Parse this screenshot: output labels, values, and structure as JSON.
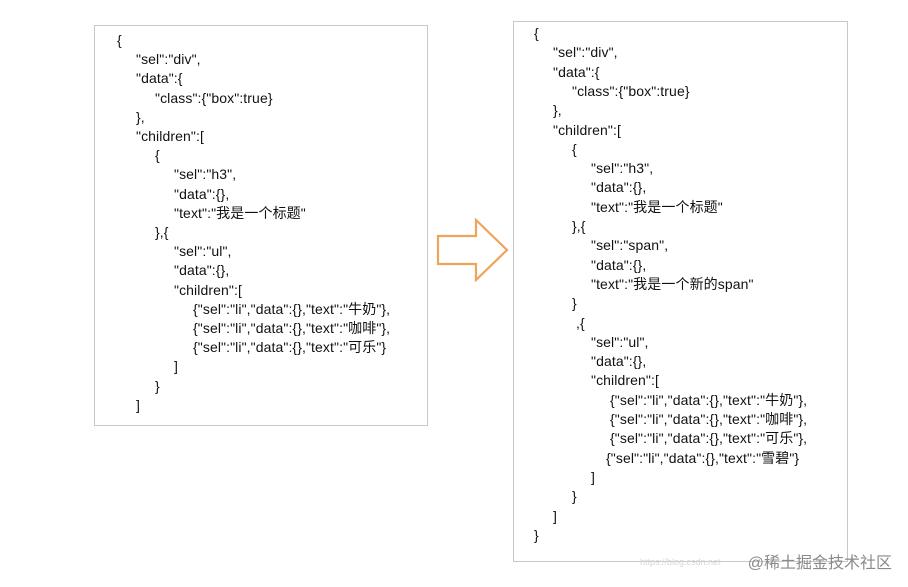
{
  "left_code": [
    "{",
    "\"sel\":\"div\",",
    "\"data\":{",
    "\"class\":{\"box\":true}",
    "},",
    "\"children\":[",
    "{",
    "\"sel\":\"h3\",",
    "\"data\":{},",
    "\"text\":\"我是一个标题\"",
    "},{",
    "\"sel\":\"ul\",",
    "\"data\":{},",
    "\"children\":[",
    "{\"sel\":\"li\",\"data\":{},\"text\":\"牛奶\"},",
    "{\"sel\":\"li\",\"data\":{},\"text\":\"咖啡\"},",
    "{\"sel\":\"li\",\"data\":{},\"text\":\"可乐\"}",
    "]",
    "}",
    "]"
  ],
  "right_code": [
    "{",
    "\"sel\":\"div\",",
    "\"data\":{",
    "\"class\":{\"box\":true}",
    "},",
    "\"children\":[",
    "{",
    "\"sel\":\"h3\",",
    "\"data\":{},",
    "\"text\":\"我是一个标题\"",
    "},{",
    "\"sel\":\"span\",",
    "\"data\":{},",
    "\"text\":\"我是一个新的span\"",
    "}",
    ",{",
    "\"sel\":\"ul\",",
    "\"data\":{},",
    "\"children\":[",
    "{\"sel\":\"li\",\"data\":{},\"text\":\"牛奶\"},",
    "{\"sel\":\"li\",\"data\":{},\"text\":\"咖啡\"},",
    "{\"sel\":\"li\",\"data\":{},\"text\":\"可乐\"},",
    "{\"sel\":\"li\",\"data\":{},\"text\":\"雪碧\"}",
    "]",
    "}",
    "]",
    "}"
  ],
  "arrow_icon": "right-arrow-icon",
  "arrow_color": "#f0a35a",
  "watermark": "@稀土掘金技术社区",
  "url_watermark": "https://blog.csdn.net"
}
